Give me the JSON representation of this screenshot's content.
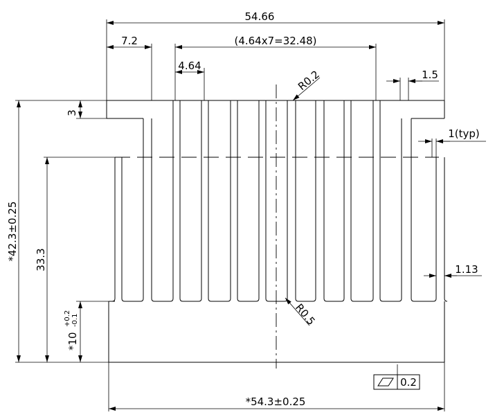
{
  "dimensions": {
    "overall_width": "54.66",
    "fin_pitch_total": "(4.64x7=32.48)",
    "first_gap": "7.2",
    "pitch": "4.64",
    "top_fin_thickness": "1.5",
    "fin_typ": "1(typ)",
    "fin_bottom": "1.13",
    "radius_top": "R0.2",
    "radius_bottom": "R0.5",
    "top_lip": "3",
    "overall_height": "*42.3±0.25",
    "fin_height": "33.3",
    "base_height_prefix": "*10",
    "base_tol_upper": "+0.2",
    "base_tol_lower": "-0.1",
    "base_width": "*54.3±0.25"
  },
  "tolerance": {
    "flatness_icon": "flatness-icon",
    "value": "0.2"
  }
}
